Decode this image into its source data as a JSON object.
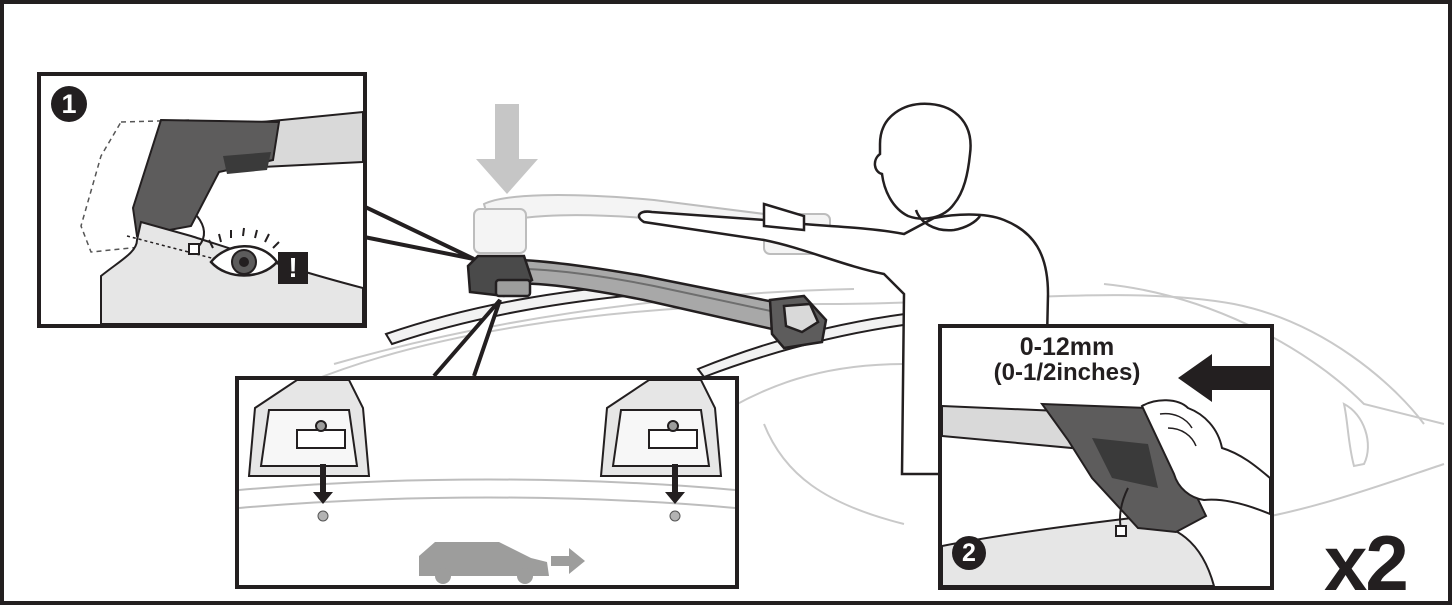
{
  "steps": {
    "step1_number": "1",
    "step2_number": "2",
    "warning_symbol": "!"
  },
  "measurement": {
    "metric": "0-12mm",
    "imperial": "(0-1/2inches)"
  },
  "multiplier": "x2",
  "icons": {
    "step_badge": "circled-number-icon",
    "warning": "exclamation-icon",
    "eye": "eye-icon",
    "arrows": [
      "down-arrow-icon",
      "left-arrow-icon",
      "right-arrow-icon"
    ],
    "vehicle_direction": "car-icon"
  },
  "colors": {
    "line": "#231f20",
    "fill_dark": "#5d5c5c",
    "fill_light": "#e6e6e6",
    "fill_mid": "#9d9d9c",
    "ghost_arrow": "#c6c6c6"
  }
}
